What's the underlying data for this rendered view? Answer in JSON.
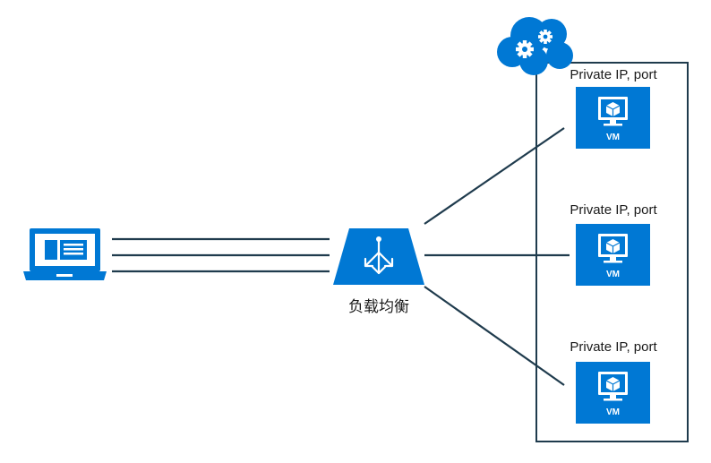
{
  "colors": {
    "azure_blue": "#0078d4",
    "line": "#1f3b4d",
    "text": "#1a1a1a",
    "white": "#ffffff"
  },
  "icons": {
    "client": "laptop-icon",
    "load_balancer": "load-balancer-icon",
    "cloud": "cloud-gears-icon",
    "vm": "vm-monitor-icon"
  },
  "load_balancer": {
    "label": "负载均衡"
  },
  "vms": [
    {
      "endpoint": "Private IP, port",
      "badge": "VM"
    },
    {
      "endpoint": "Private IP, port",
      "badge": "VM"
    },
    {
      "endpoint": "Private IP, port",
      "badge": "VM"
    }
  ]
}
